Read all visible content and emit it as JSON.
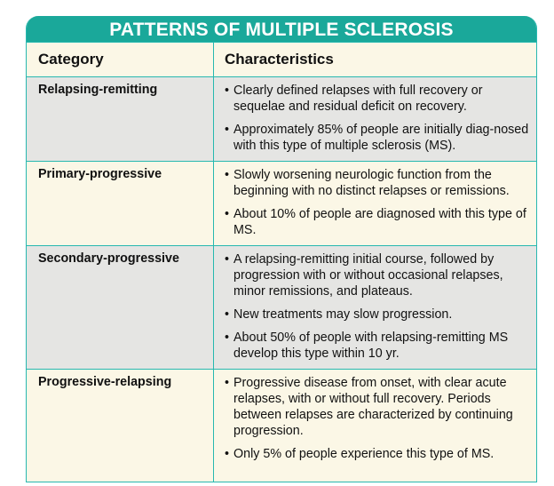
{
  "title": "PATTERNS OF MULTIPLE SCLEROSIS",
  "headers": [
    "Category",
    "Characteristics"
  ],
  "rows": [
    {
      "category": "Relapsing-remitting",
      "items": [
        "Clearly defined relapses with full recovery or sequelae and residual deficit on recovery.",
        "Approximately 85% of people are initially diag-nosed with this type of multiple sclerosis (MS)."
      ]
    },
    {
      "category": "Primary-progressive",
      "items": [
        "Slowly worsening neurologic function from the beginning with no distinct relapses or remissions.",
        "About 10% of people are diagnosed with this type of MS."
      ]
    },
    {
      "category": "Secondary-progressive",
      "items": [
        "A relapsing-remitting initial course, followed by progression with or without occasional relapses, minor remissions, and plateaus.",
        "New treatments may slow progression.",
        "About 50% of people with relapsing-remitting MS develop this type within 10 yr."
      ]
    },
    {
      "category": "Progressive-relapsing",
      "items": [
        "Progressive disease from onset, with clear acute relapses, with or without full recovery. Periods between relapses are characterized by continuing progression.",
        "Only 5% of people experience this type of MS."
      ]
    }
  ]
}
